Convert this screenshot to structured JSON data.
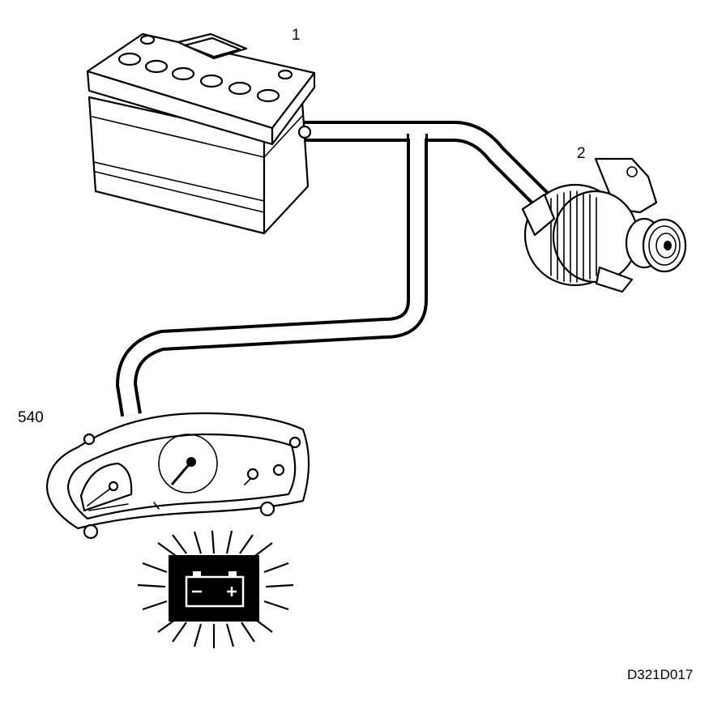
{
  "diagram": {
    "labels": {
      "battery": "1",
      "alternator": "2",
      "instrument_cluster": "540",
      "figure_code": "D321D017"
    },
    "colors": {
      "line": "#000000",
      "background": "#ffffff"
    },
    "icons": [
      "battery-icon",
      "alternator-icon",
      "instrument-cluster-icon",
      "battery-warning-lamp-icon"
    ]
  }
}
